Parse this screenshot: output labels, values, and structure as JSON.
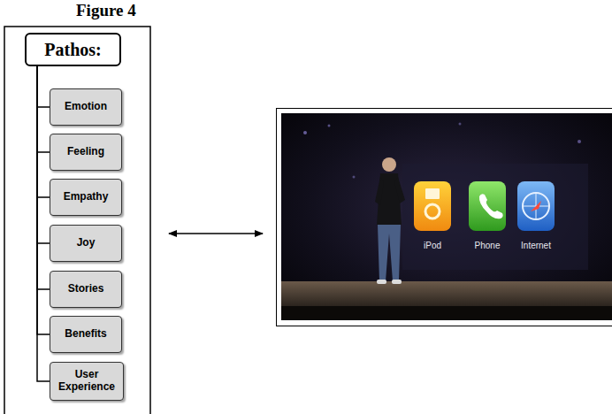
{
  "diagram": {
    "title": "Figure 4",
    "nodes": [
      {
        "text": [
          "Pathos:"
        ]
      },
      {
        "text": [
          "Emotion"
        ]
      },
      {
        "text": [
          "Feeling"
        ]
      },
      {
        "text": [
          "Empathy"
        ]
      },
      {
        "text": [
          "Joy"
        ]
      },
      {
        "text": [
          "Stories"
        ]
      },
      {
        "text": [
          "Benefits"
        ]
      },
      {
        "text": [
          "User Experience"
        ]
      }
    ],
    "edges": [
      {
        "from": 0,
        "to": 1,
        "arrow": "none"
      },
      {
        "from": 0,
        "to": 2,
        "arrow": "none"
      },
      {
        "from": 0,
        "to": 3,
        "arrow": "none"
      },
      {
        "from": 0,
        "to": 4,
        "arrow": "none"
      },
      {
        "from": 0,
        "to": 5,
        "arrow": "none"
      },
      {
        "from": 0,
        "to": 6,
        "arrow": "none"
      },
      {
        "from": 0,
        "to": 7,
        "arrow": "none"
      }
    ],
    "labels": [
      "iPod",
      "Phone",
      "Internet"
    ]
  }
}
